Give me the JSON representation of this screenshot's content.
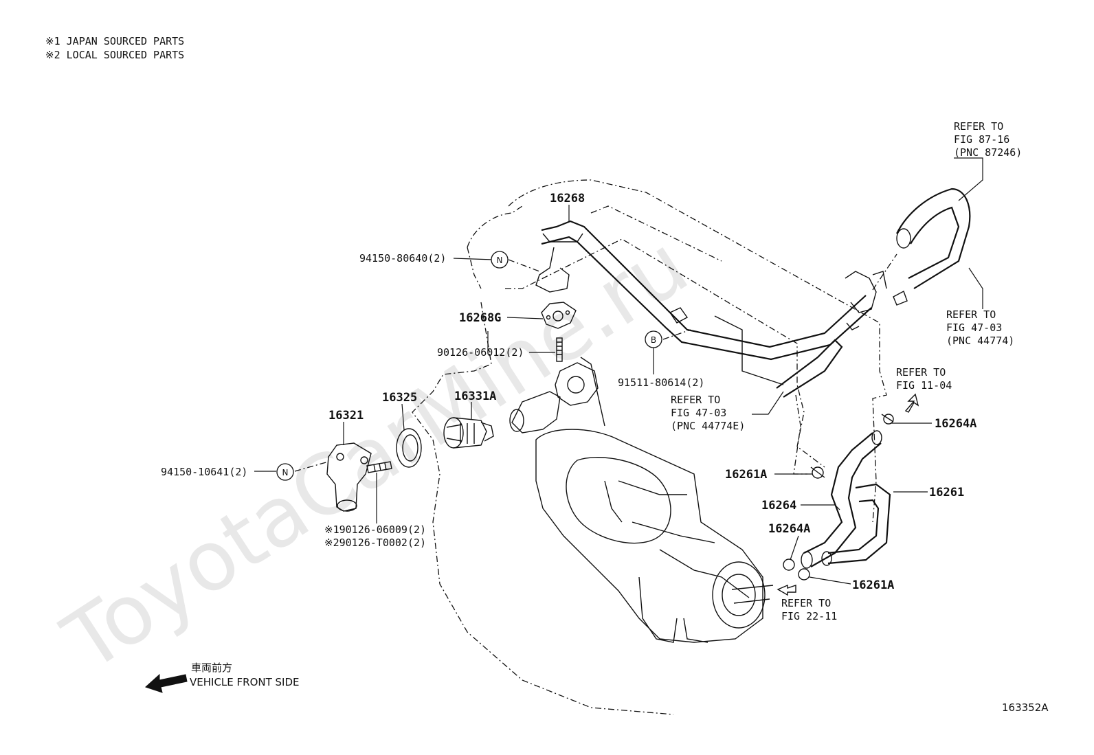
{
  "watermark": "ToyotaCarMine.ru",
  "notes": [
    "※1 JAPAN SOURCED PARTS",
    "※2 LOCAL SOURCED PARTS"
  ],
  "orientation": {
    "jp": "車両前方",
    "en": "VEHICLE FRONT SIDE"
  },
  "figure_id": "163352A",
  "parts": {
    "p16268": "16268",
    "p16268G": "16268G",
    "p16325": "16325",
    "p16331A": "16331A",
    "p16321": "16321",
    "p16264A_top": "16264A",
    "p16261A_mid": "16261A",
    "p16261": "16261",
    "p16264": "16264",
    "p16264A_bot": "16264A",
    "p16261A_bot": "16261A"
  },
  "fasteners": {
    "f94150_80640": "94150-80640(2)",
    "f90126_06012": "90126-06012(2)",
    "f91511_80614": "91511-80614(2)",
    "f94150_10641": "94150-10641(2)",
    "f90126_06009": "※190126-06009(2)",
    "f90126_T0002": "※290126-T0002(2)"
  },
  "circle_marks": {
    "n": "N",
    "b": "B"
  },
  "refs": {
    "ref87_16": [
      "REFER TO",
      "FIG 87-16",
      "(PNC 87246)"
    ],
    "ref47_03a": [
      "REFER TO",
      "FIG 47-03",
      "(PNC 44774)"
    ],
    "ref47_03b": [
      "REFER TO",
      "FIG 47-03",
      "(PNC 44774E)"
    ],
    "ref11_04": [
      "REFER TO",
      "FIG 11-04"
    ],
    "ref22_11": [
      "REFER TO",
      "FIG 22-11"
    ]
  }
}
